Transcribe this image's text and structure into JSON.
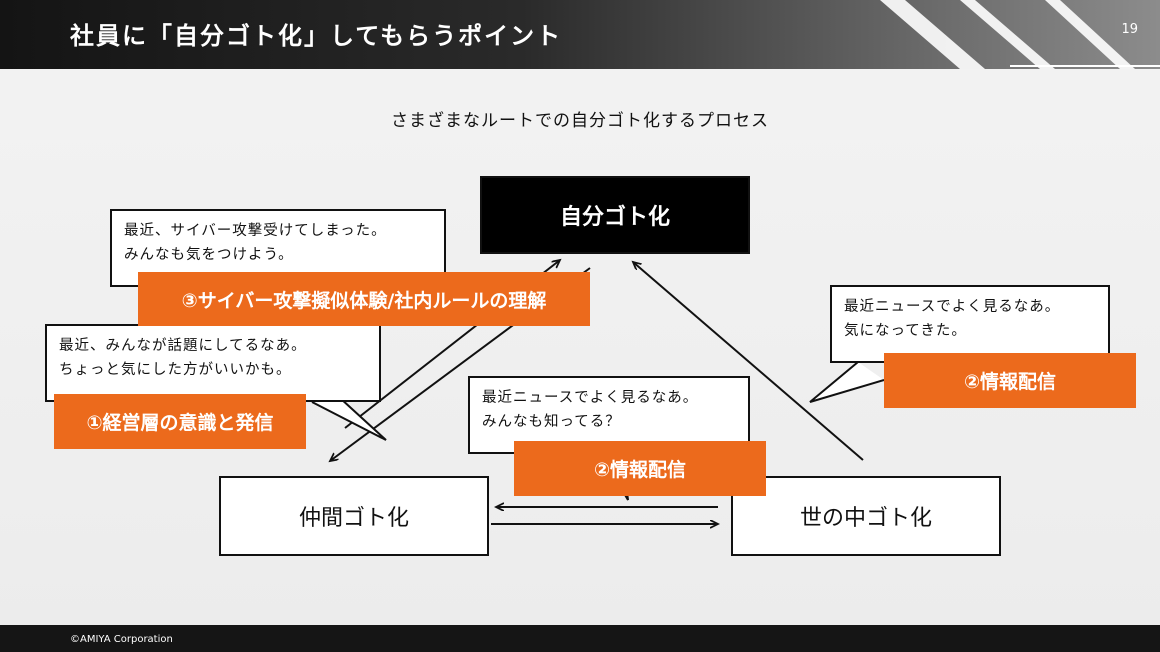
{
  "header": {
    "title": "社員に「自分ゴト化」してもらうポイント",
    "page_number": "19"
  },
  "subtitle": "さまざまなルートでの自分ゴト化するプロセス",
  "nodes": {
    "top": "自分ゴト化",
    "left": "仲間ゴト化",
    "right": "世の中ゴト化"
  },
  "bubbles": {
    "b1": [
      "最近、サイバー攻撃受けてしまった。",
      "みんなも気をつけよう。"
    ],
    "b2": [
      "最近、みんなが話題にしてるなあ。",
      "ちょっと気にした方がいいかも。"
    ],
    "b3": [
      "最近ニュースでよく見るなあ。",
      "みんなも知ってる？"
    ],
    "b4": [
      "最近ニュースでよく見るなあ。",
      "気になってきた。"
    ]
  },
  "labels": {
    "l1": "①経営層の意識と発信",
    "l2": "②情報配信",
    "l3": "③サイバー攻撃擬似体験/社内ルールの理解",
    "l4": "②情報配信"
  },
  "colors": {
    "accent": "#ec6a1c",
    "dark": "#000000"
  },
  "footer": {
    "copyright": "©AMIYA Corporation"
  }
}
